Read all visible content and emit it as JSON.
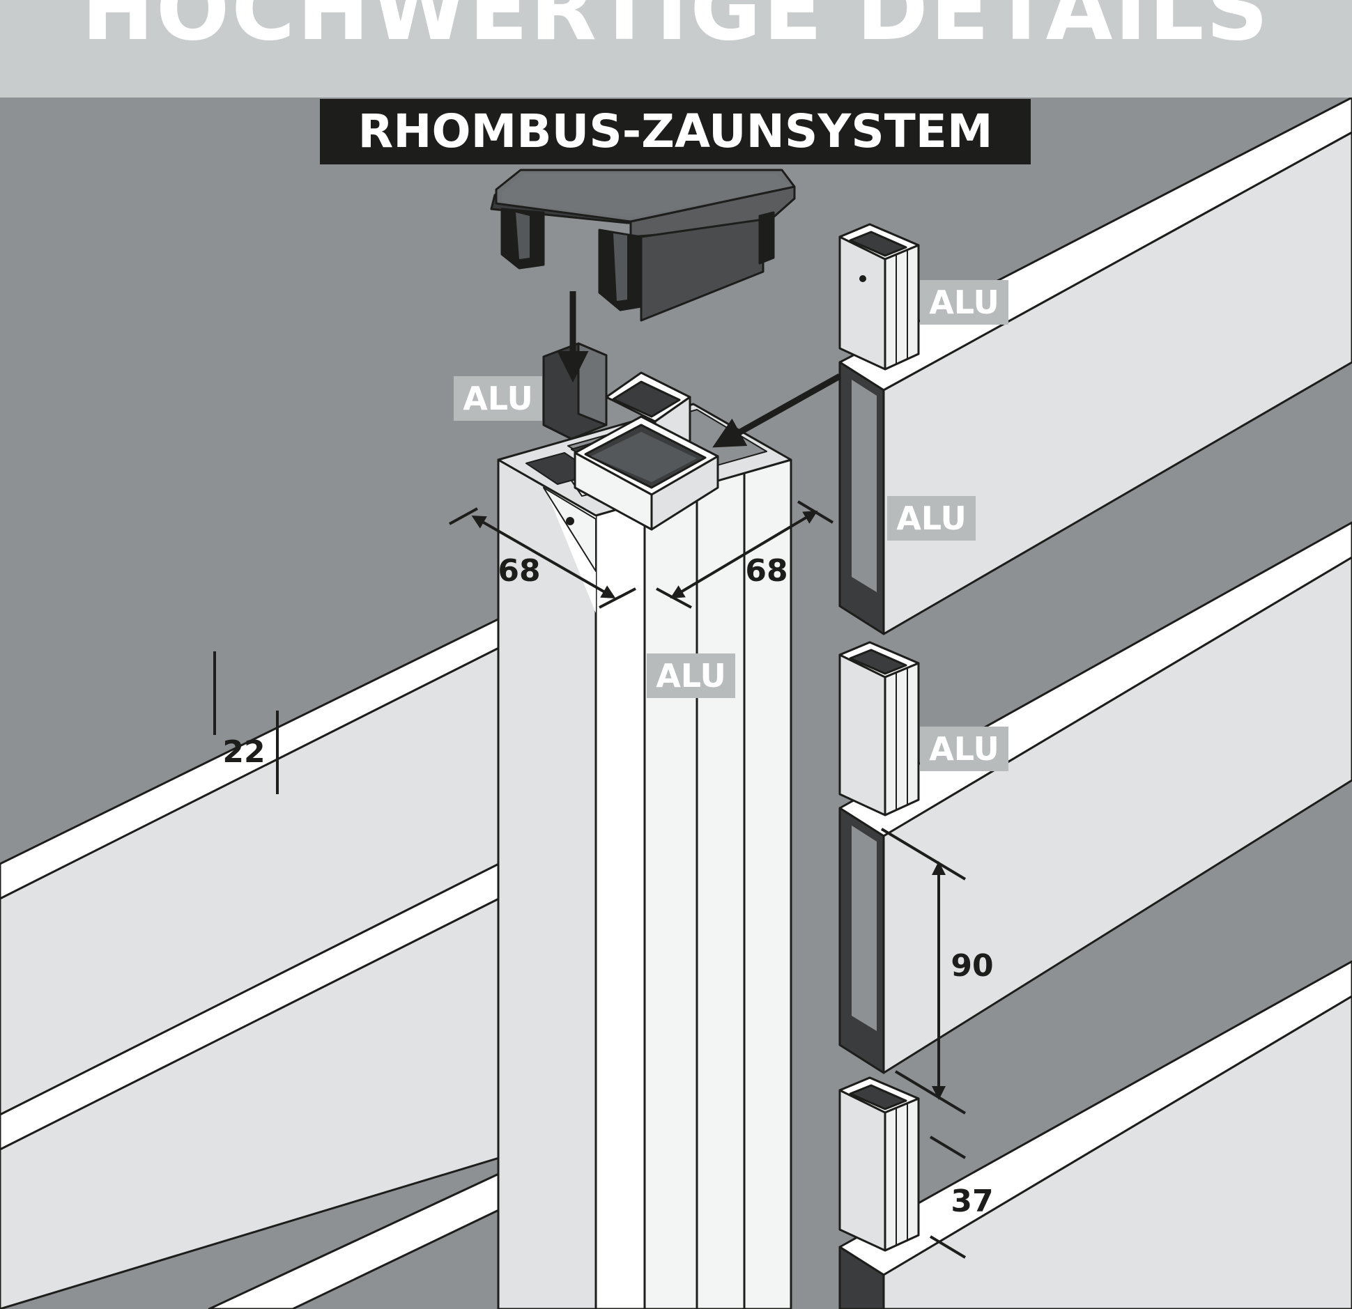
{
  "header": {
    "title": "HOCHWERTIGE DETAILS",
    "subtitle": "RHOMBUS-ZAUNSYSTEM"
  },
  "material_tags": {
    "post_clip": "ALU",
    "clip_top": "ALU",
    "board_top": "ALU",
    "post": "ALU",
    "clip_middle": "ALU"
  },
  "dimensions": {
    "post_depth": "68",
    "post_width": "68",
    "board_thickness": "22",
    "board_height": "90",
    "board_gap": "37"
  },
  "colors": {
    "background": "#8e9193",
    "header_band": "#c9cccd",
    "subtitle_bar": "#1d1d1b",
    "tag_fill": "#b8bbbc",
    "board_light": "#e0e2e3",
    "board_top": "#ffffff",
    "profile_dark": "#3b3c3d"
  }
}
